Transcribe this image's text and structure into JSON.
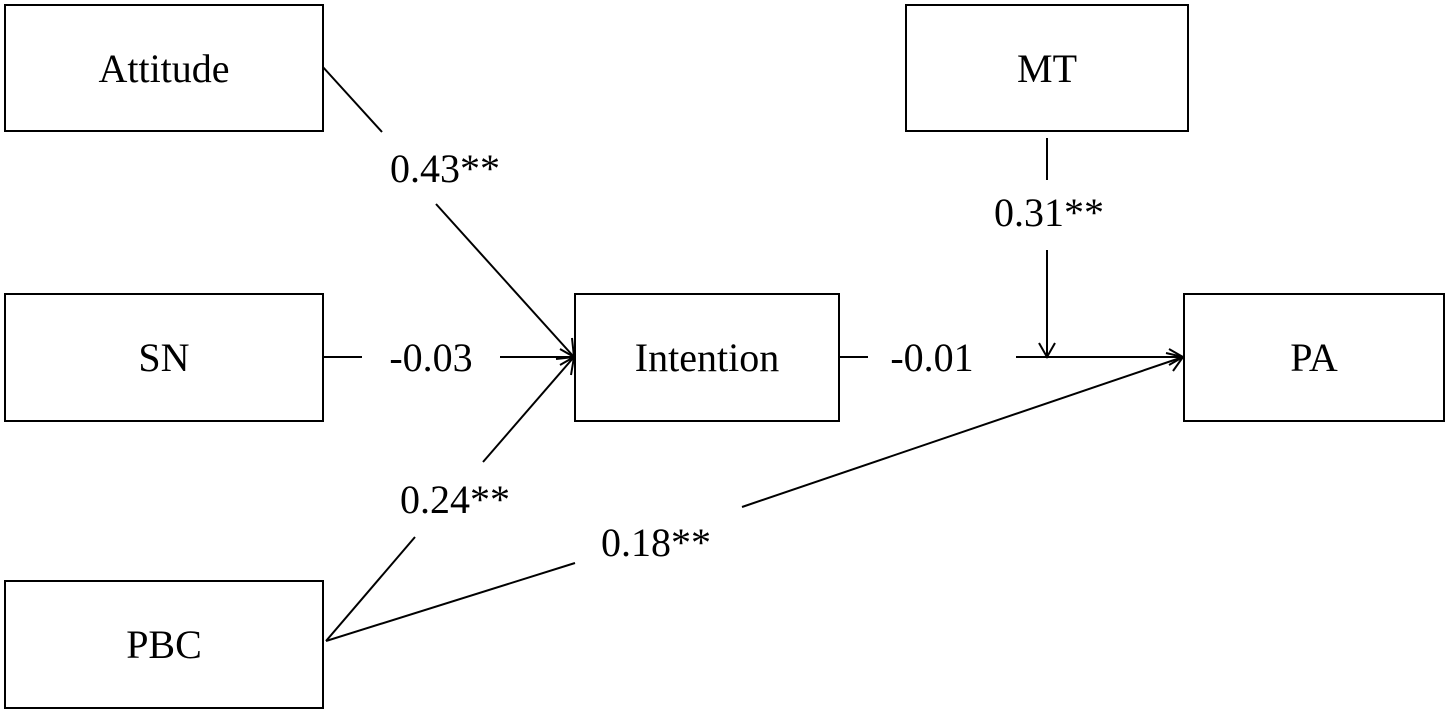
{
  "nodes": {
    "attitude": "Attitude",
    "sn": "SN",
    "pbc": "PBC",
    "intention": "Intention",
    "mt": "MT",
    "pa": "PA"
  },
  "paths": {
    "attitude_intention": "0.43**",
    "sn_intention": "-0.03",
    "pbc_intention": "0.24**",
    "pbc_pa": "0.18**",
    "intention_pa": "-0.01",
    "mt_moderation": "0.31**"
  },
  "colors": {
    "stroke": "#000000",
    "background": "#ffffff"
  }
}
